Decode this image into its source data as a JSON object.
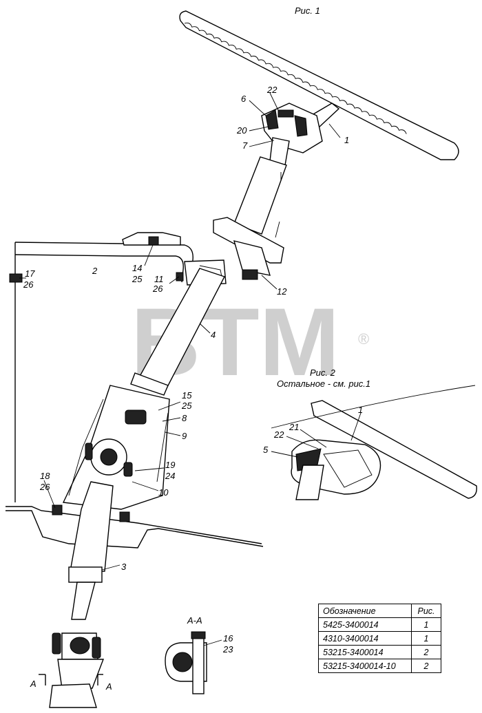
{
  "captions": {
    "fig1": "Рис. 1",
    "fig2": "Рис. 2",
    "fig2_note": "Остальное - см. рис.1",
    "section": "А-А",
    "section_mark_left": "А",
    "section_mark_right": "А"
  },
  "watermark": {
    "text": "BTM",
    "reg": "®",
    "color": "#cfcfcf"
  },
  "labels": {
    "l1": "1",
    "l22": "22",
    "l6": "6",
    "l20": "20",
    "l7": "7",
    "l2": "2",
    "l17": "17",
    "l26a": "26",
    "l14": "14",
    "l25a": "25",
    "l11": "11",
    "l26b": "26",
    "l12": "12",
    "l4": "4",
    "l15": "15",
    "l25b": "25",
    "l8": "8",
    "l9": "9",
    "l19": "19",
    "l24": "24",
    "l10": "10",
    "l18": "18",
    "l26c": "26",
    "l3": "3",
    "f2_1": "1",
    "f2_21": "21",
    "f2_22": "22",
    "f2_5": "5",
    "l16": "16",
    "l23": "23"
  },
  "table": {
    "headers": [
      "Обозначение",
      "Рис."
    ],
    "rows": [
      [
        "5425-3400014",
        "1"
      ],
      [
        "4310-3400014",
        "1"
      ],
      [
        "53215-3400014",
        "2"
      ],
      [
        "53215-3400014-10",
        "2"
      ]
    ]
  }
}
